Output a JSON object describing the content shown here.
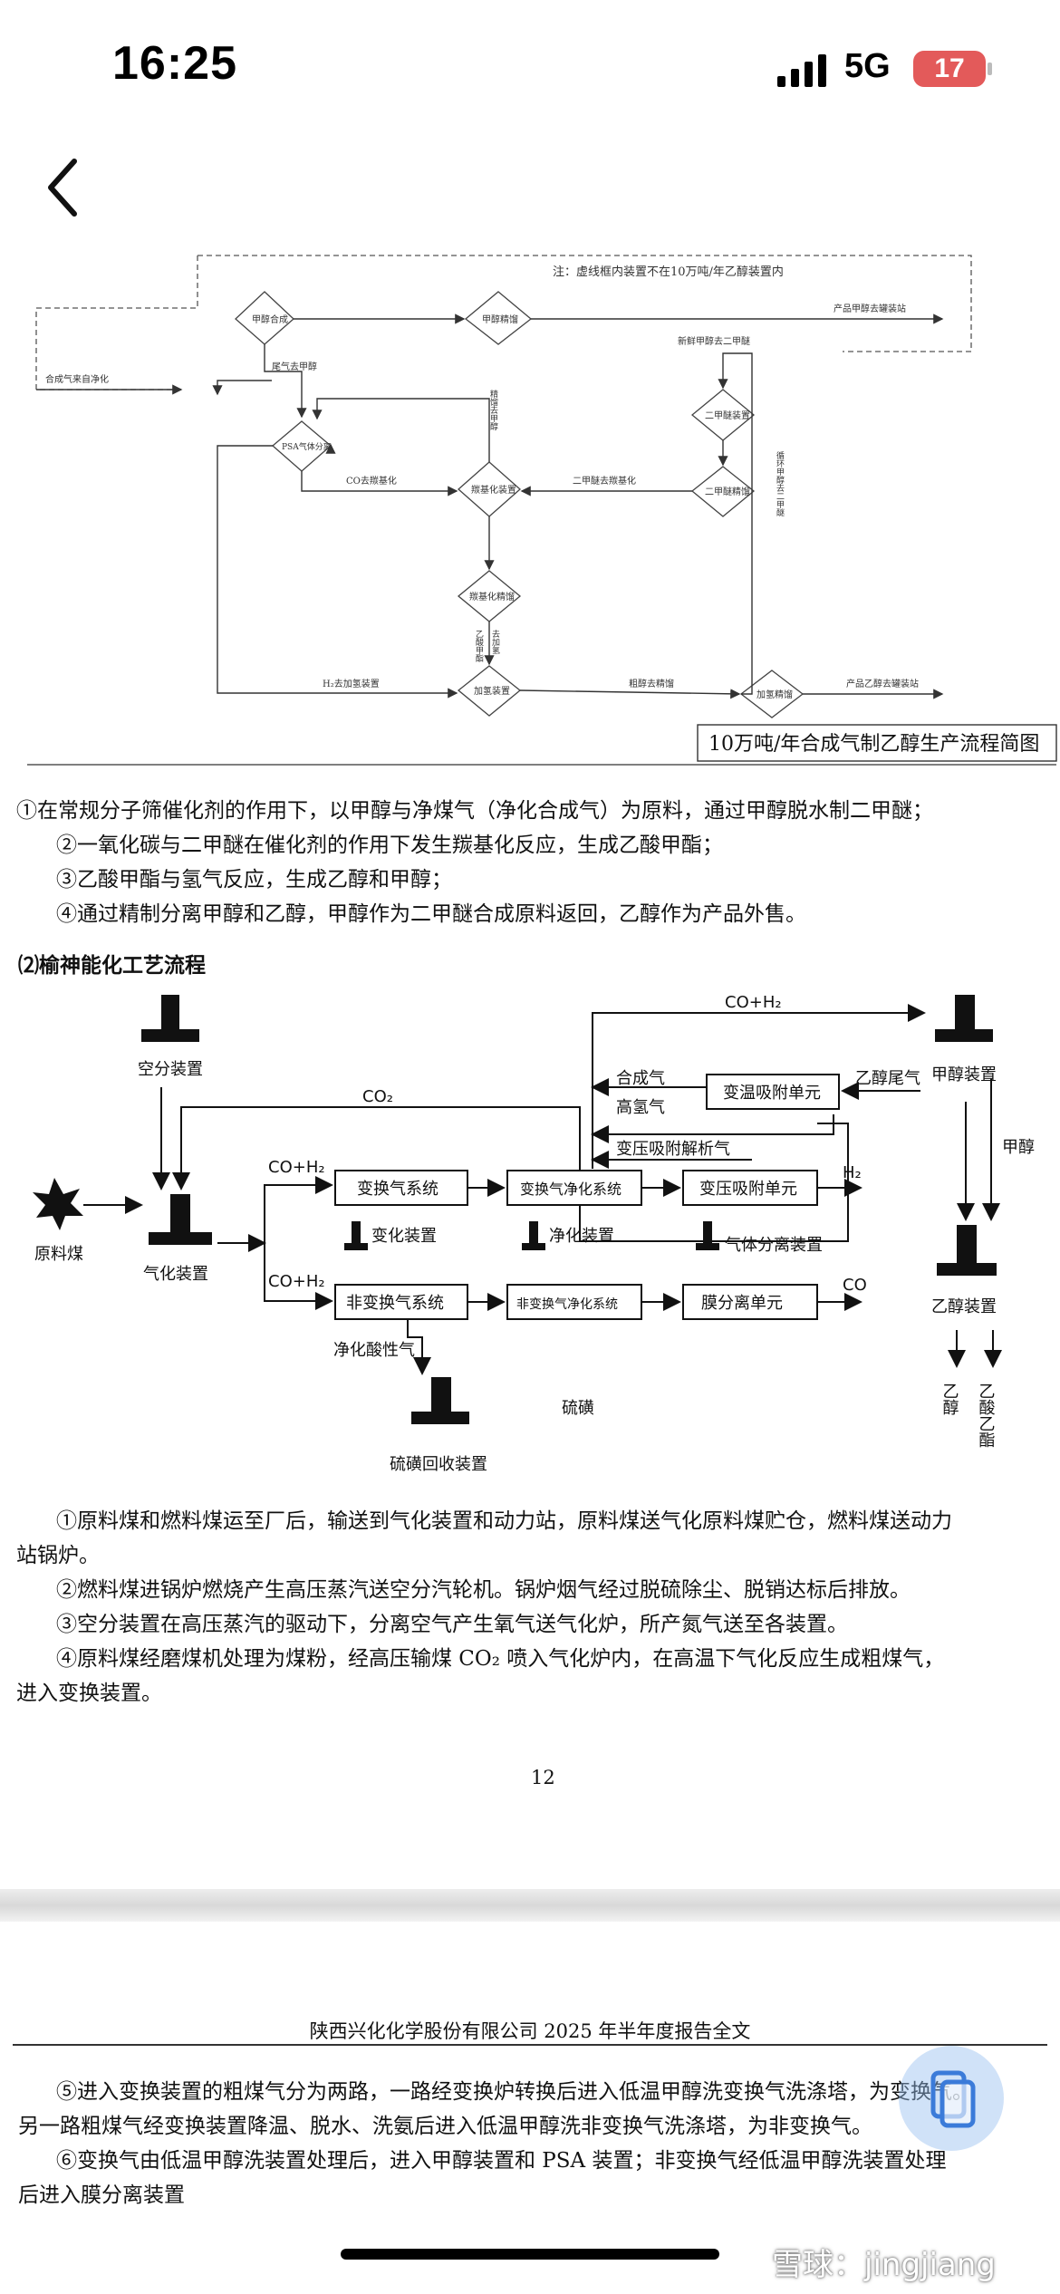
{
  "status_bar": {
    "time": "16:25",
    "network": "5G",
    "battery": "17"
  },
  "flow1": {
    "note": "注：虚线框内装置不在10万吨/年乙醇装置内",
    "nodes": {
      "methanol_synthesis": "甲醇合成",
      "methanol_refining": "甲醇精馏",
      "psa": "PSA气体分离",
      "carbonylation": "羰基化装置",
      "carbonyl_refining": "羰基化精馏",
      "hydrogenation": "加氢装置",
      "hydro_refining": "加氢精馏",
      "dme_device": "二甲醚装置",
      "dme_refining": "二甲醚精馏"
    },
    "labels": {
      "product_methanol": "产品甲醇去罐装站",
      "syngas_in": "合成气来自净化",
      "tail_gas": "尾气去甲醇",
      "new_methanol": "新鲜甲醇去二甲醚",
      "co_carbonyl": "CO去羰基化",
      "dme_carbonyl": "二甲醚去羰基化",
      "methanol_to_psa": "精馏去甲醇",
      "acetate_ester": "乙酸甲酯",
      "to_hydro": "去加氢",
      "h2_hydro": "H₂去加氢装置",
      "crude_ethanol": "粗醇去精馏",
      "product_ethanol": "产品乙醇去罐装站",
      "recycle_methanol": "循环甲醇去二甲醚",
      "title": "10万吨/年合成气制乙醇生产流程简图"
    }
  },
  "para1": [
    "①在常规分子筛催化剂的作用下，以甲醇与净煤气（净化合成气）为原料，通过甲醇脱水制二甲醚；",
    "②一氧化碳与二甲醚在催化剂的作用下发生羰基化反应，生成乙酸甲酯；",
    "③乙酸甲酯与氢气反应，生成乙醇和甲醇；",
    "④通过精制分离甲醇和乙醇，甲醇作为二甲醚合成原料返回，乙醇作为产品外售。"
  ],
  "heading2": "⑵榆神能化工艺流程",
  "flow2": {
    "air_sep": "空分装置",
    "raw_coal": "原料煤",
    "gasifier": "气化装置",
    "co2": "CO₂",
    "co_h2_top": "CO+H₂",
    "co_h2_mid": "CO+H₂",
    "co_h2_low": "CO+H₂",
    "shift_sys": "变换气系统",
    "shift_clean": "变换气净化系统",
    "psa_unit": "变压吸附单元",
    "tsa_unit": "变温吸附单元",
    "non_shift": "非变换气系统",
    "non_shift_clean": "非变换气净化系统",
    "membrane": "膜分离单元",
    "methanol_dev": "甲醇装置",
    "ethanol_dev": "乙醇装置",
    "syngas": "合成气",
    "high_h2": "高氢气",
    "psa_desorb": "变压吸附解析气",
    "h2": "H₂",
    "co": "CO",
    "methanol_tail": "乙醇尾气",
    "methanol": "甲醇",
    "shift_device": "变化装置",
    "clean_device": "净化装置",
    "gas_sep_device": "气体分离装置",
    "acid_gas": "净化酸性气",
    "sulfur": "硫磺",
    "sulfur_recovery": "硫磺回收装置",
    "out_ethanol": "乙醇",
    "out_acetate": "乙酸乙酯"
  },
  "para2": [
    "①原料煤和燃料煤运至厂后，输送到气化装置和动力站，原料煤送气化原料煤贮仓，燃料煤送动力",
    "站锅炉。",
    "②燃料煤进锅炉燃烧产生高压蒸汽送空分汽轮机。锅炉烟气经过脱硫除尘、脱销达标后排放。",
    "③空分装置在高压蒸汽的驱动下，分离空气产生氧气送气化炉，所产氮气送至各装置。",
    "④原料煤经磨煤机处理为煤粉，经高压输煤 CO₂ 喷入气化炉内，在高温下气化反应生成粗煤气，",
    "进入变换装置。"
  ],
  "page_number": "12",
  "report_header": "陕西兴化化学股份有限公司 2025 年半年度报告全文",
  "para3": [
    "⑤进入变换装置的粗煤气分为两路，一路经变换炉转换后进入低温甲醇洗变换气洗涤塔，为变换气。",
    "另一路粗煤气经变换装置降温、脱水、洗氨后进入低温甲醇洗非变换气洗涤塔，为非变换气。",
    "⑥变换气由低温甲醇洗装置处理后，进入甲醇装置和 PSA 装置；非变换气经低温甲醇洗装置处理",
    "后进入膜分离装置"
  ],
  "watermark": "雪球：jingjiang"
}
